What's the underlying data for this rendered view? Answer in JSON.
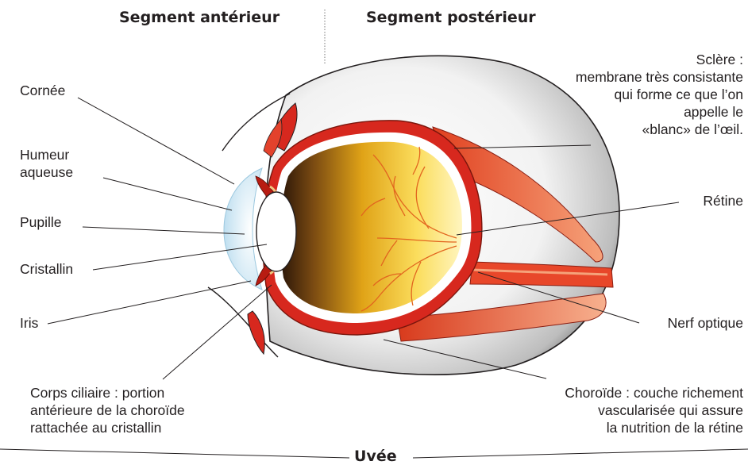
{
  "headings": {
    "anterior": "Segment antérieur",
    "posterior": "Segment postérieur"
  },
  "labels": {
    "cornee": "Cornée",
    "humeur_aqueuse": [
      "Humeur",
      "aqueuse"
    ],
    "pupille": "Pupille",
    "cristallin": "Cristallin",
    "iris": "Iris",
    "corps_ciliaire": [
      "Corps ciliaire : portion",
      "antérieure de la choroïde",
      "rattachée au cristallin"
    ],
    "sclere": [
      "Sclère :",
      "membrane très consistante",
      "qui forme ce que l’on",
      "appelle le",
      "«blanc» de l’œil."
    ],
    "retine": "Rétine",
    "nerf_optique": "Nerf optique",
    "choroide": [
      "Choroïde : couche richement",
      "vascularisée qui assure",
      "la nutrition de la rétine"
    ],
    "uvee": "Uvée"
  },
  "colors": {
    "sclera_red": "#d7281e",
    "muscle_orange": "#ef6a3c",
    "vitreous_yellow": "#f7c21b",
    "cornea_blue": "#cfe7f4",
    "outline": "#231f20"
  },
  "icons": [
    "eye-cross-section-illustration"
  ]
}
